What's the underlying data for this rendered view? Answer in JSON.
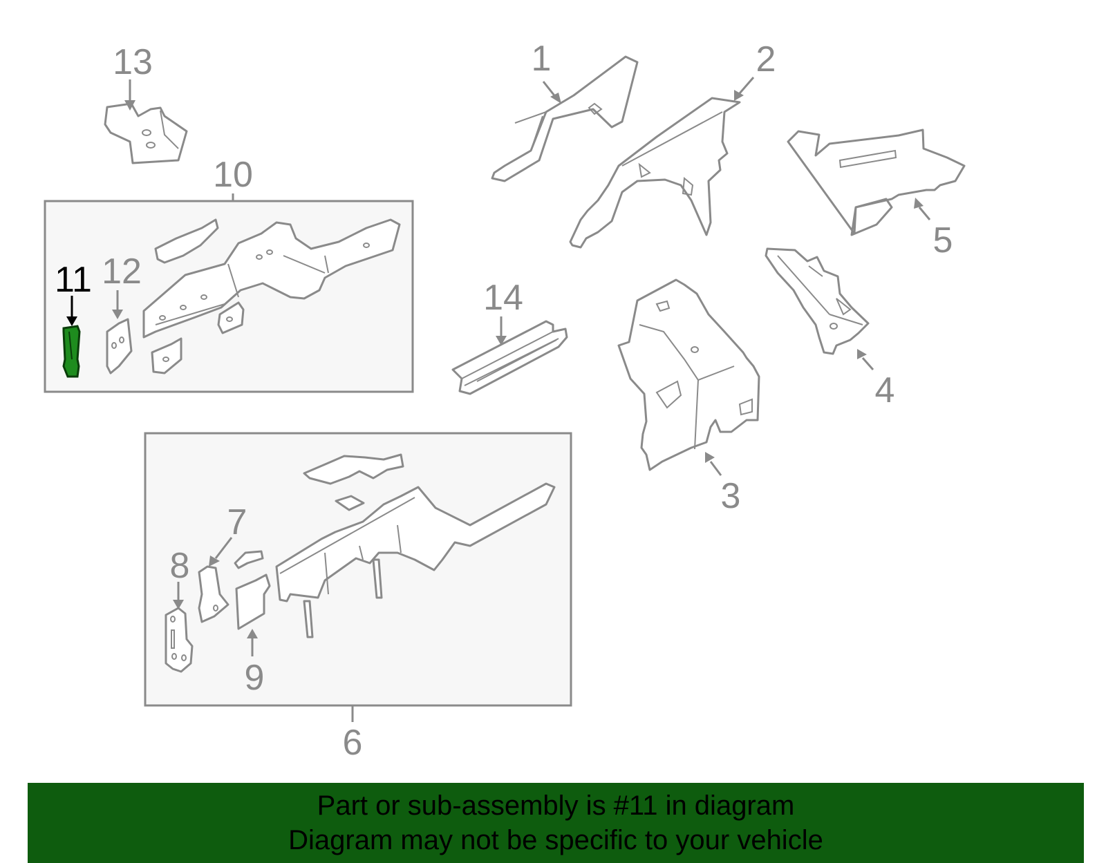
{
  "callouts": {
    "c1": "1",
    "c2": "2",
    "c3": "3",
    "c4": "4",
    "c5": "5",
    "c6": "6",
    "c7": "7",
    "c8": "8",
    "c9": "9",
    "c10": "10",
    "c11": "11",
    "c12": "12",
    "c13": "13",
    "c14": "14"
  },
  "highlighted_part": "11",
  "colors": {
    "banner_background": "#0e5c0e",
    "highlight_part": "#1e8c1e",
    "line": "#8a8a8a"
  },
  "banner": {
    "line1": "Part or sub-assembly is #11 in diagram",
    "line2": "Diagram may not be specific to your vehicle"
  }
}
